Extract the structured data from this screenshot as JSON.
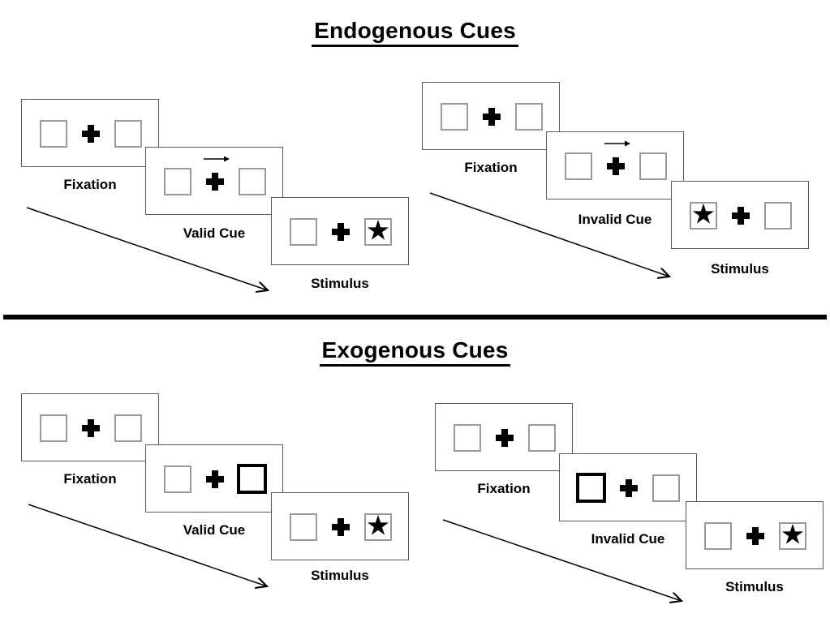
{
  "sections": [
    {
      "title": "Endogenous Cues",
      "groups": [
        {
          "id": "endogenous-valid",
          "cards": [
            {
              "label": "Fixation"
            },
            {
              "label": "Valid Cue"
            },
            {
              "label": "Stimulus"
            }
          ]
        },
        {
          "id": "endogenous-invalid",
          "cards": [
            {
              "label": "Fixation"
            },
            {
              "label": "Invalid Cue"
            },
            {
              "label": "Stimulus"
            }
          ]
        }
      ]
    },
    {
      "title": "Exogenous Cues",
      "groups": [
        {
          "id": "exogenous-valid",
          "cards": [
            {
              "label": "Fixation"
            },
            {
              "label": "Valid Cue"
            },
            {
              "label": "Stimulus"
            }
          ]
        },
        {
          "id": "exogenous-invalid",
          "cards": [
            {
              "label": "Fixation"
            },
            {
              "label": "Invalid Cue"
            },
            {
              "label": "Stimulus"
            }
          ]
        }
      ]
    }
  ],
  "glyphs": {
    "star": "★"
  },
  "colors": {
    "ink": "#000000",
    "card_border": "#595959",
    "box_border": "#9a9a9a"
  }
}
